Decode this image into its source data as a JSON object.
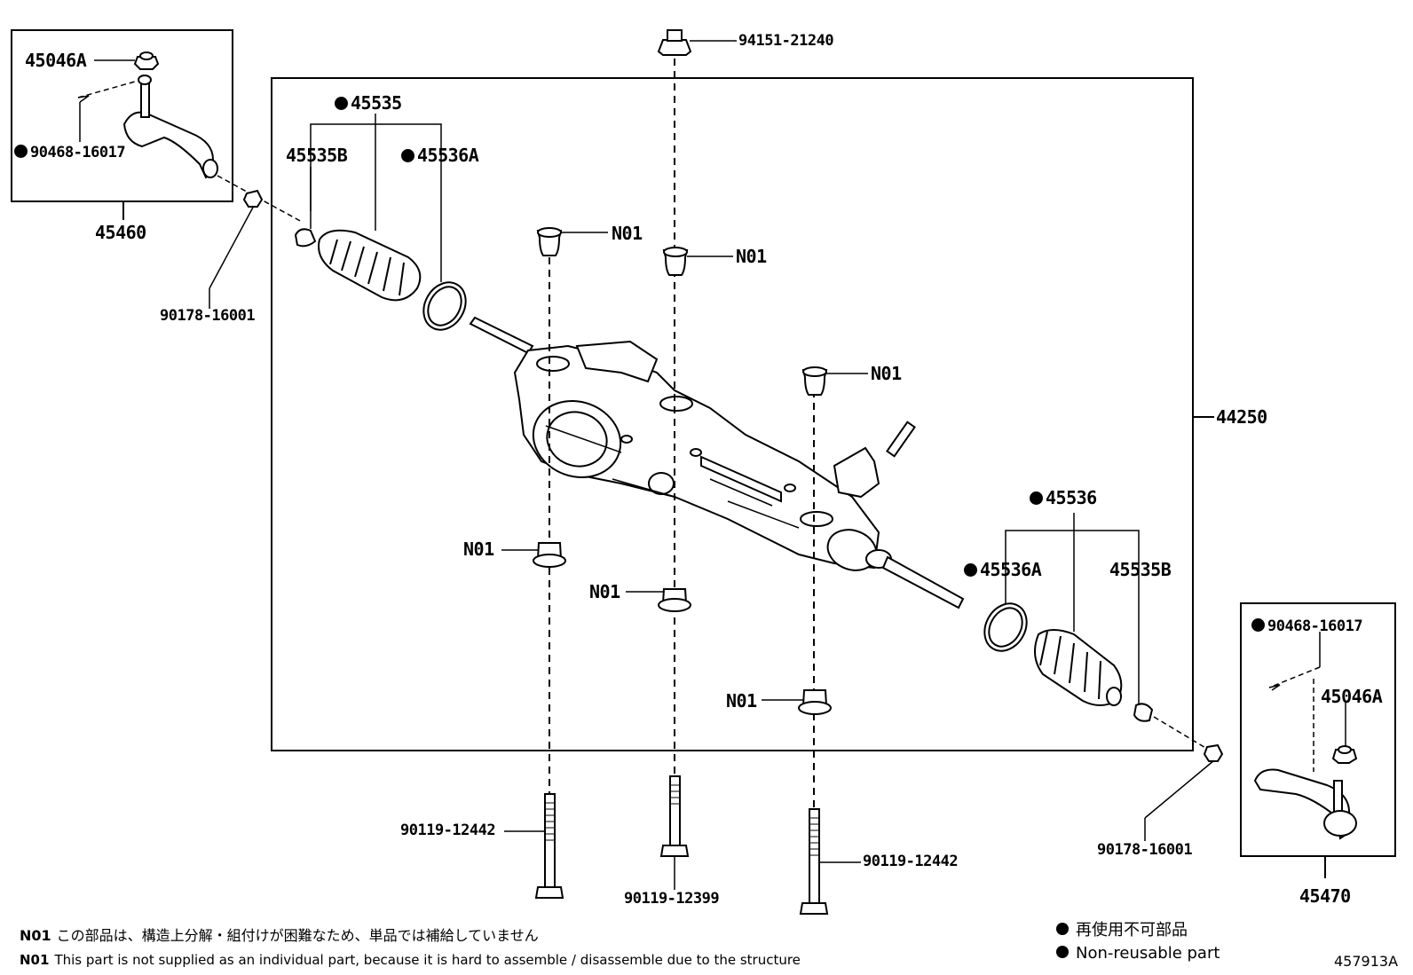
{
  "labels": {
    "tl_45046A": "45046A",
    "tl_90468": "90468-16017",
    "tl_45460": "45460",
    "tl_90178": "90178-16001",
    "top_94151": "94151-21240",
    "l_45535": "45535",
    "l_45535B": "45535B",
    "l_45536A": "45536A",
    "n01_a": "N01",
    "n01_b": "N01",
    "n01_c": "N01",
    "n01_d": "N01",
    "n01_e": "N01",
    "n01_f": "N01",
    "r_44250": "44250",
    "r_45536": "45536",
    "r_45536A": "45536A",
    "r_45535B": "45535B",
    "br_90468": "90468-16017",
    "br_45046A": "45046A",
    "br_90178": "90178-16001",
    "br_45470": "45470",
    "b_90119_a": "90119-12442",
    "b_90119_b": "90119-12399",
    "b_90119_c": "90119-12442"
  },
  "notes": {
    "jp_code": "N01",
    "jp_text": "この部品は、構造上分解・組付けが困難なため、単品では補給していません",
    "en_code": "N01",
    "en_text": "This part is not supplied as an individual part, because it is hard to assemble / disassemble due to the structure"
  },
  "legend": {
    "jp": "再使用不可部品",
    "en": "Non-reusable part"
  },
  "ref_code": "457913A"
}
